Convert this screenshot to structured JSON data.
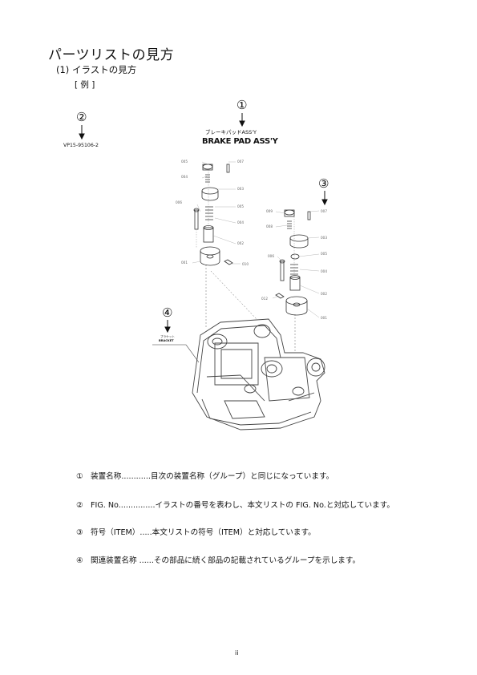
{
  "header": {
    "title": "パーツリストの見方",
    "subtitle": "(1) イラストの見方",
    "example": "[ 例 ]"
  },
  "diagram": {
    "callout_1": "①",
    "callout_2": "②",
    "callout_3": "③",
    "callout_4": "④",
    "part_name_ja": "ブレーキパッドASS'Y",
    "part_name_en": "BRAKE PAD ASS'Y",
    "fig_number": "VP15-95106-2",
    "bracket_ja": "ブラケット",
    "bracket_en": "BRACKET",
    "item_numbers": [
      "005",
      "007",
      "004",
      "003",
      "006",
      "005",
      "004",
      "002",
      "001",
      "010",
      "009",
      "007",
      "008",
      "003",
      "005",
      "006",
      "004",
      "002",
      "001",
      "012"
    ]
  },
  "legend": [
    {
      "num": "①",
      "text": "装置名称............目次の装置名称（グループ）と同じになっています。"
    },
    {
      "num": "②",
      "text": "FIG. No...............イラストの番号を表わし、本文リストの FIG. No.と対応しています。"
    },
    {
      "num": "③",
      "text": "符号（ITEM）.....本文リストの符号（ITEM）と対応しています。"
    },
    {
      "num": "④",
      "text": "関連装置名称 ......その部品に続く部品の記載されているグループを示します。"
    }
  ],
  "footer": {
    "page_number": "ii"
  }
}
